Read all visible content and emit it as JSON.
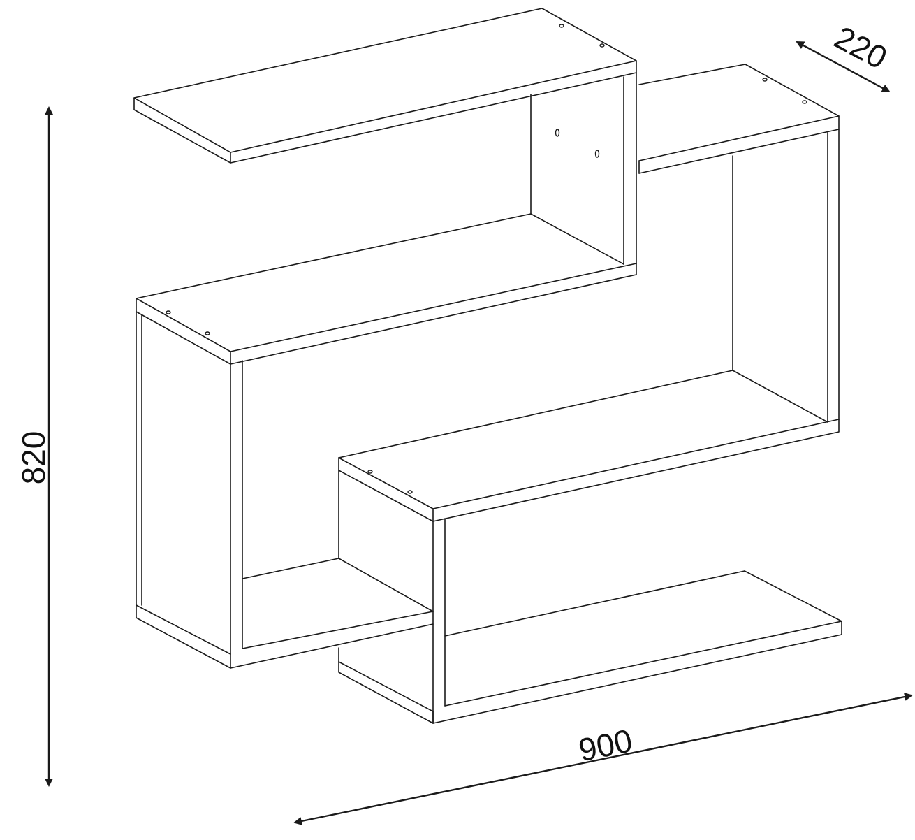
{
  "dimensions": {
    "height": "820",
    "width": "900",
    "depth": "220"
  },
  "colors": {
    "line": "#1a1a1a",
    "background": "#ffffff"
  }
}
